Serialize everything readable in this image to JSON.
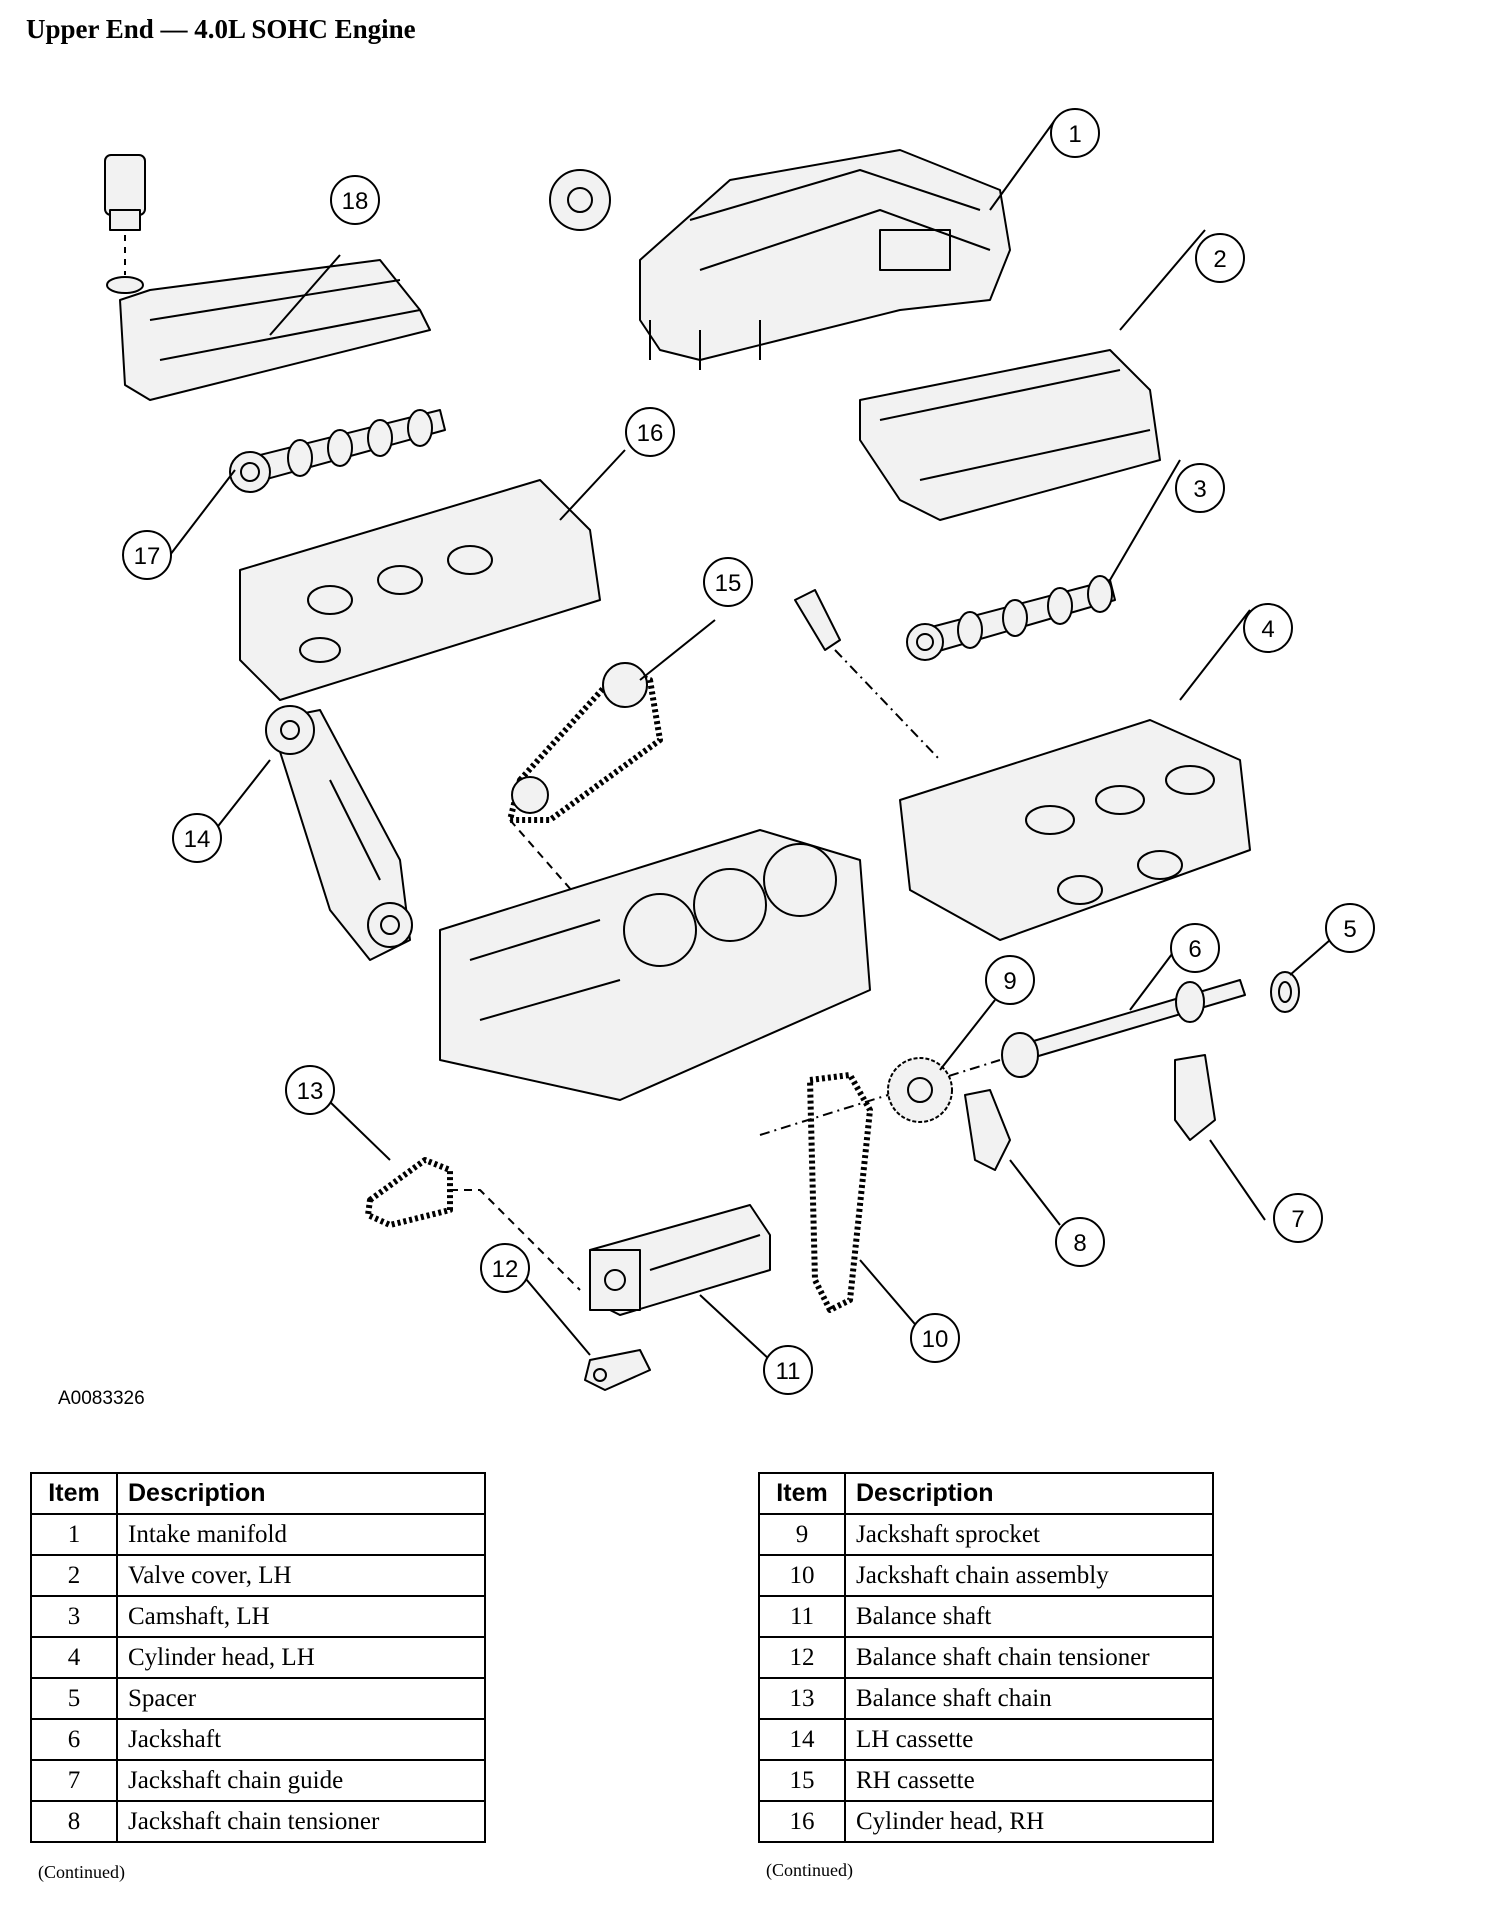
{
  "page": {
    "title": "Upper End — 4.0L SOHC Engine",
    "figure_code": "A0083326",
    "continued_label": "(Continued)"
  },
  "callouts": [
    {
      "n": "1",
      "name": "callout-1-intake-manifold"
    },
    {
      "n": "2",
      "name": "callout-2-valve-cover-lh"
    },
    {
      "n": "3",
      "name": "callout-3-camshaft-lh"
    },
    {
      "n": "4",
      "name": "callout-4-cylinder-head-lh"
    },
    {
      "n": "5",
      "name": "callout-5-spacer"
    },
    {
      "n": "6",
      "name": "callout-6-jackshaft"
    },
    {
      "n": "7",
      "name": "callout-7-jackshaft-chain-guide"
    },
    {
      "n": "8",
      "name": "callout-8-jackshaft-chain-tensioner"
    },
    {
      "n": "9",
      "name": "callout-9-jackshaft-sprocket"
    },
    {
      "n": "10",
      "name": "callout-10-jackshaft-chain-assembly"
    },
    {
      "n": "11",
      "name": "callout-11-balance-shaft"
    },
    {
      "n": "12",
      "name": "callout-12-balance-shaft-chain-tensioner"
    },
    {
      "n": "13",
      "name": "callout-13-balance-shaft-chain"
    },
    {
      "n": "14",
      "name": "callout-14-lh-cassette"
    },
    {
      "n": "15",
      "name": "callout-15-rh-cassette"
    },
    {
      "n": "16",
      "name": "callout-16-cylinder-head-rh"
    },
    {
      "n": "17",
      "name": "callout-17"
    },
    {
      "n": "18",
      "name": "callout-18"
    }
  ],
  "tables": {
    "headers": {
      "item": "Item",
      "description": "Description"
    },
    "left": [
      {
        "item": "1",
        "description": "Intake manifold"
      },
      {
        "item": "2",
        "description": "Valve cover, LH"
      },
      {
        "item": "3",
        "description": "Camshaft, LH"
      },
      {
        "item": "4",
        "description": "Cylinder head, LH"
      },
      {
        "item": "5",
        "description": "Spacer"
      },
      {
        "item": "6",
        "description": "Jackshaft"
      },
      {
        "item": "7",
        "description": "Jackshaft chain guide"
      },
      {
        "item": "8",
        "description": "Jackshaft chain tensioner"
      }
    ],
    "right": [
      {
        "item": "9",
        "description": "Jackshaft sprocket"
      },
      {
        "item": "10",
        "description": "Jackshaft chain assembly"
      },
      {
        "item": "11",
        "description": "Balance shaft"
      },
      {
        "item": "12",
        "description": "Balance shaft chain tensioner"
      },
      {
        "item": "13",
        "description": "Balance shaft chain"
      },
      {
        "item": "14",
        "description": "LH cassette"
      },
      {
        "item": "15",
        "description": "RH cassette"
      },
      {
        "item": "16",
        "description": "Cylinder head, RH"
      }
    ]
  }
}
